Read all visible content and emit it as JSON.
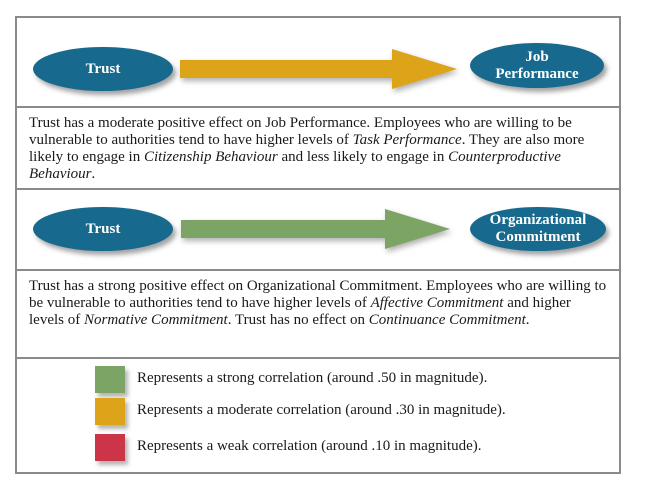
{
  "colors": {
    "node_fill": "#17698E",
    "node_text": "#ffffff",
    "border_gray": "#8a8a8a",
    "strong_green": "#7CA464",
    "moderate_gold": "#DDA419",
    "weak_red": "#CC3447"
  },
  "diagram1": {
    "source_label": "Trust",
    "target_label": "Job\nPerformance",
    "arrow": {
      "strength": "moderate",
      "color": "#DDA419"
    }
  },
  "description1": {
    "segments": [
      {
        "text": "Trust has a moderate positive effect on Job Performance. Employees who are willing to be vulnerable to authorities tend to have higher levels of ",
        "italic": false
      },
      {
        "text": "Task Performance",
        "italic": true
      },
      {
        "text": ". They are also more likely to engage in ",
        "italic": false
      },
      {
        "text": "Citizenship Behaviour",
        "italic": true
      },
      {
        "text": " and less likely to engage in ",
        "italic": false
      },
      {
        "text": "Counterproductive Behaviour",
        "italic": true
      },
      {
        "text": ".",
        "italic": false
      }
    ]
  },
  "diagram2": {
    "source_label": "Trust",
    "target_label": "Organizational\nCommitment",
    "arrow": {
      "strength": "strong",
      "color": "#7CA464"
    }
  },
  "description2": {
    "segments": [
      {
        "text": "Trust has a strong positive effect on Organizational Commitment. Employees who are willing to be vulnerable to authorities tend to have higher levels of ",
        "italic": false
      },
      {
        "text": "Affective Commitment",
        "italic": true
      },
      {
        "text": " and higher levels of ",
        "italic": false
      },
      {
        "text": "Normative Commitment",
        "italic": true
      },
      {
        "text": ". Trust has no effect on ",
        "italic": false
      },
      {
        "text": "Continuance Commitment",
        "italic": true
      },
      {
        "text": ".",
        "italic": false
      }
    ]
  },
  "legend": {
    "items": [
      {
        "color": "#7CA464",
        "label": "Represents a strong correlation (around .50 in magnitude)."
      },
      {
        "color": "#DDA419",
        "label": "Represents a moderate correlation (around .30 in magnitude)."
      },
      {
        "color": "#CC3447",
        "label": "Represents a weak correlation (around .10 in magnitude)."
      }
    ]
  }
}
